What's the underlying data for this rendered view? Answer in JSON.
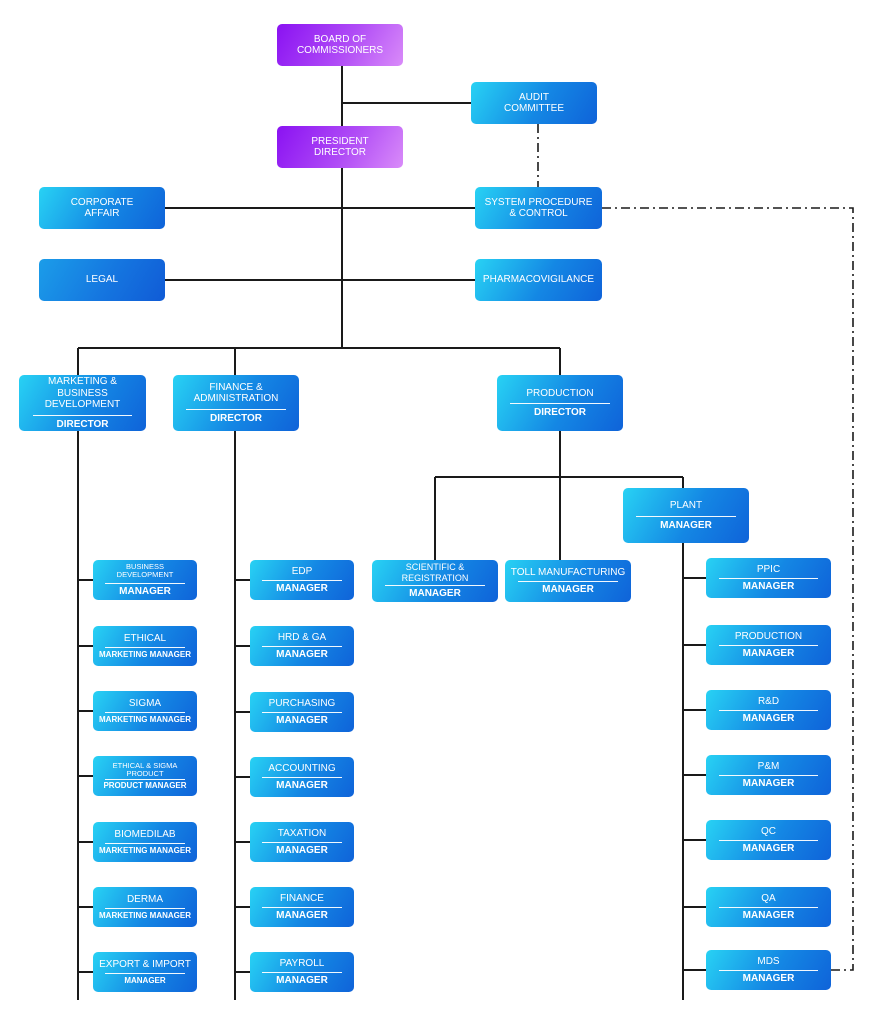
{
  "top": {
    "board": "BOARD OF\nCOMMISSIONERS",
    "audit": "AUDIT\nCOMMITTEE",
    "president": "PRESIDENT\nDIRECTOR",
    "corporate_affair": "CORPORATE\nAFFAIR",
    "system_procedure": "SYSTEM PROCEDURE\n& CONTROL",
    "legal": "LEGAL",
    "pharmacovigilance": "PHARMACOVIGILANCE"
  },
  "directors": {
    "marketing": {
      "title": "MARKETING & BUSINESS\nDEVELOPMENT",
      "role": "DIRECTOR"
    },
    "finance": {
      "title": "FINANCE &\nADMINISTRATION",
      "role": "DIRECTOR"
    },
    "production": {
      "title": "PRODUCTION",
      "role": "DIRECTOR"
    }
  },
  "marketing_units": [
    {
      "title": "BUSINESS DEVELOPMENT",
      "role": "MANAGER"
    },
    {
      "title": "ETHICAL",
      "role": "MARKETING MANAGER"
    },
    {
      "title": "SIGMA",
      "role": "MARKETING MANAGER"
    },
    {
      "title": "ETHICAL & SIGMA\nPRODUCT",
      "role": "PRODUCT MANAGER"
    },
    {
      "title": "BIOMEDILAB",
      "role": "MARKETING MANAGER"
    },
    {
      "title": "DERMA",
      "role": "MARKETING MANAGER"
    },
    {
      "title": "EXPORT & IMPORT",
      "role": "MANAGER"
    }
  ],
  "finance_units": [
    {
      "title": "EDP",
      "role": "MANAGER"
    },
    {
      "title": "HRD & GA",
      "role": "MANAGER"
    },
    {
      "title": "PURCHASING",
      "role": "MANAGER"
    },
    {
      "title": "ACCOUNTING",
      "role": "MANAGER"
    },
    {
      "title": "TAXATION",
      "role": "MANAGER"
    },
    {
      "title": "FINANCE",
      "role": "MANAGER"
    },
    {
      "title": "PAYROLL",
      "role": "MANAGER"
    }
  ],
  "production_units": {
    "scientific": {
      "title": "SCIENTIFIC & REGISTRATION",
      "role": "MANAGER"
    },
    "toll": {
      "title": "TOLL MANUFACTURING",
      "role": "MANAGER"
    },
    "plant": {
      "title": "PLANT",
      "role": "MANAGER"
    }
  },
  "plant_units": [
    {
      "title": "PPIC",
      "role": "MANAGER"
    },
    {
      "title": "PRODUCTION",
      "role": "MANAGER"
    },
    {
      "title": "R&D",
      "role": "MANAGER"
    },
    {
      "title": "P&M",
      "role": "MANAGER"
    },
    {
      "title": "QC",
      "role": "MANAGER"
    },
    {
      "title": "QA",
      "role": "MANAGER"
    },
    {
      "title": "MDS",
      "role": "MANAGER"
    }
  ],
  "colors": {
    "executive_start": "#8a12f2",
    "executive_end": "#d98bf9",
    "unit_start": "#28d2f4",
    "unit_end": "#0f63d9",
    "line": "#1a1a1a"
  }
}
